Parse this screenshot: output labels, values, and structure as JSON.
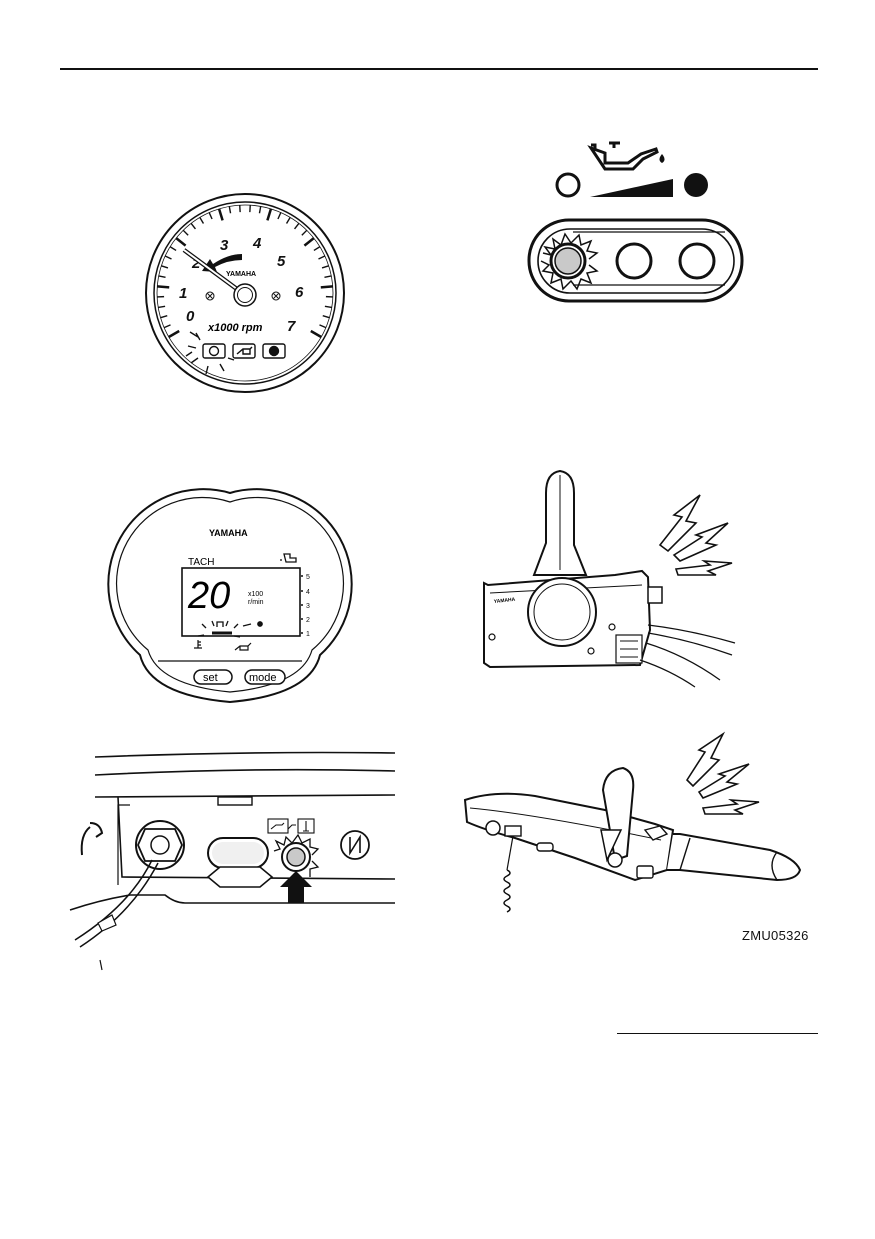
{
  "gauge_analog": {
    "brand": "YAMAHA",
    "scale_numbers": [
      "0",
      "1",
      "2",
      "3",
      "4",
      "5",
      "6",
      "7"
    ],
    "unit": "x1000 rpm"
  },
  "gauge_digital": {
    "brand": "YAMAHA",
    "mode_label": "TACH",
    "reading": "20",
    "multiplier": "x100",
    "unit": "r/min",
    "bar_scale": [
      "5",
      "4",
      "3",
      "2",
      "1"
    ],
    "set_button": "set",
    "mode_button": "mode"
  },
  "remote_control_brand": "YAMAHA",
  "figure_code": "ZMU05326",
  "icons": [
    "oil-can-icon",
    "warning-lamp-icon",
    "engine-icon",
    "temperature-icon",
    "arrow-up-icon",
    "lightning-icon"
  ]
}
